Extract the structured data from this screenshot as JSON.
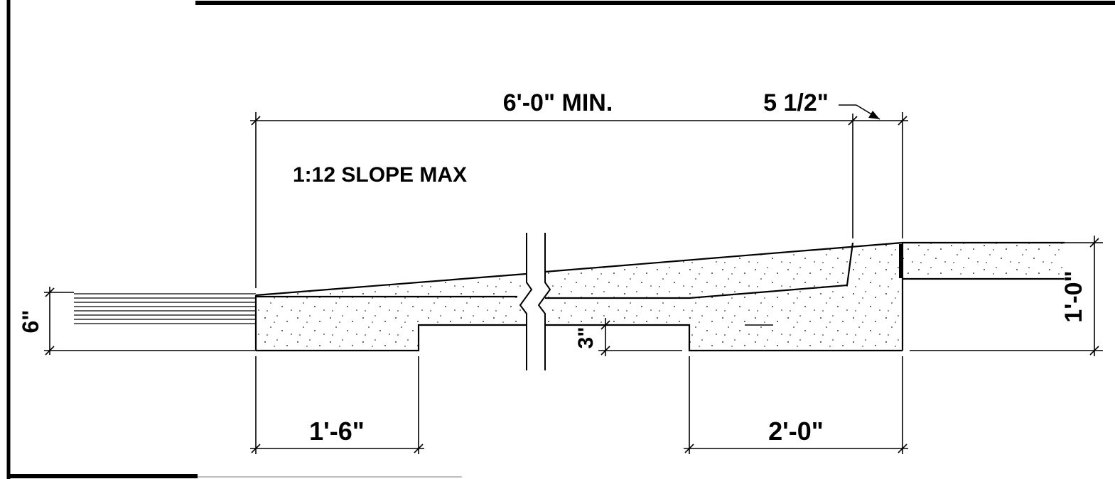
{
  "drawing": {
    "labels": {
      "overall_width": "6'-0\" MIN.",
      "offset": "5 1/2\"",
      "slope_note": "1:12 SLOPE MAX",
      "left_depth": "6\"",
      "step_depth": "3\"",
      "right_depth": "1'-0\"",
      "left_bottom": "1'-6\"",
      "right_bottom": "2'-0\""
    }
  }
}
